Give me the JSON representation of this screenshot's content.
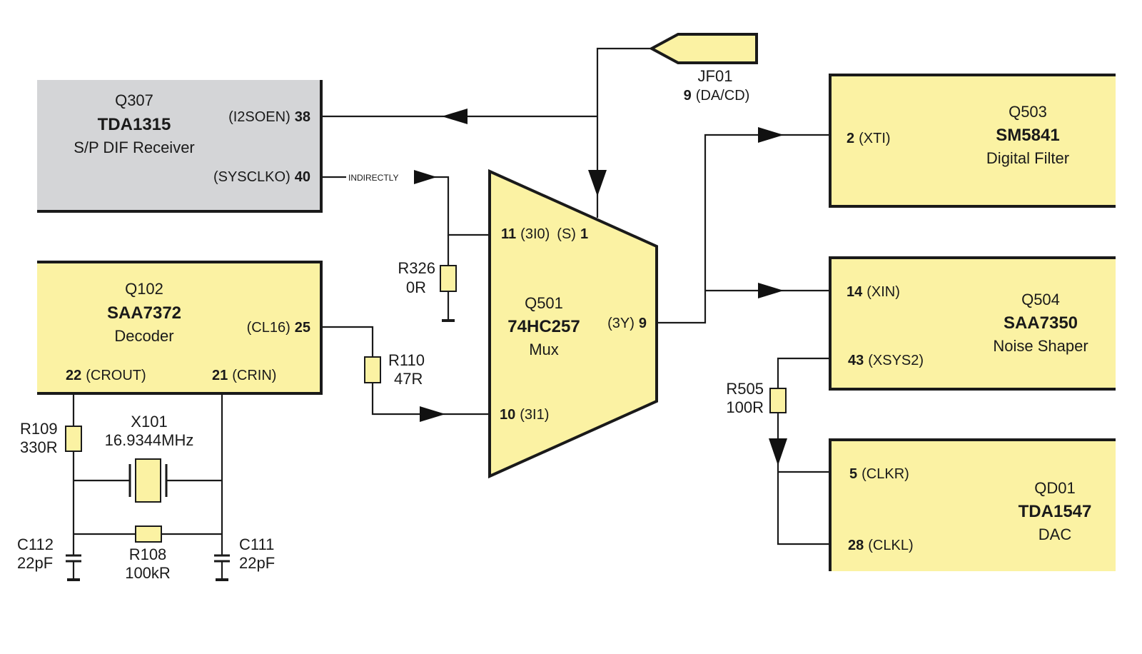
{
  "colors": {
    "block_yellow": "#fbf2a3",
    "block_grey": "#d4d5d7",
    "line": "#1a1a1a"
  },
  "blocks": {
    "q307": {
      "ref": "Q307",
      "part": "TDA1315",
      "desc": "S/P DIF Receiver",
      "pin38_name": "(I2SOEN)",
      "pin38_num": "38",
      "pin40_name": "(SYSCLKO)",
      "pin40_num": "40"
    },
    "q102": {
      "ref": "Q102",
      "part": "SAA7372",
      "desc": "Decoder",
      "pin25_name": "(CL16)",
      "pin25_num": "25",
      "pin22_num": "22",
      "pin22_name": "(CROUT)",
      "pin21_num": "21",
      "pin21_name": "(CRIN)"
    },
    "q501": {
      "ref": "Q501",
      "part": "74HC257",
      "desc": "Mux",
      "pin11_num": "11",
      "pin11_name": "(3I0)",
      "pinS_name": "(S)",
      "pinS_num": "1",
      "pin10_num": "10",
      "pin10_name": "(3I1)",
      "pin9_name": "(3Y)",
      "pin9_num": "9"
    },
    "q503": {
      "ref": "Q503",
      "part": "SM5841",
      "desc": "Digital Filter",
      "pin2_num": "2",
      "pin2_name": "(XTI)"
    },
    "q504": {
      "ref": "Q504",
      "part": "SAA7350",
      "desc": "Noise Shaper",
      "pin14_num": "14",
      "pin14_name": "(XIN)",
      "pin43_num": "43",
      "pin43_name": "(XSYS2)"
    },
    "qd01": {
      "ref": "QD01",
      "part": "TDA1547",
      "desc": "DAC",
      "pin5_num": "5",
      "pin5_name": "(CLKR)",
      "pin28_num": "28",
      "pin28_name": "(CLKL)"
    }
  },
  "connector": {
    "ref": "JF01",
    "pin_num": "9",
    "pin_name": "(DA/CD)"
  },
  "note_indirectly": "INDIRECTLY",
  "components": {
    "r326": {
      "ref": "R326",
      "value": "0R"
    },
    "r110": {
      "ref": "R110",
      "value": "47R"
    },
    "r109": {
      "ref": "R109",
      "value": "330R"
    },
    "x101": {
      "ref": "X101",
      "value": "16.9344MHz"
    },
    "r108": {
      "ref": "R108",
      "value": "100kR"
    },
    "c112": {
      "ref": "C112",
      "value": "22pF"
    },
    "c111": {
      "ref": "C111",
      "value": "22pF"
    },
    "r505": {
      "ref": "R505",
      "value": "100R"
    }
  }
}
